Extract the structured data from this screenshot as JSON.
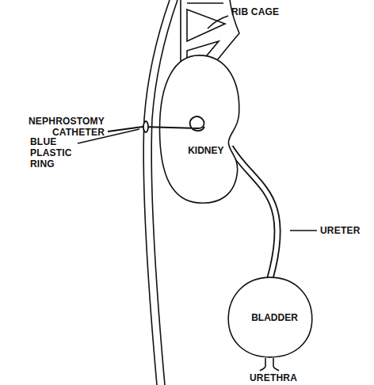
{
  "diagram": {
    "nodes": [
      {
        "text": [
          "KIDNEY"
        ]
      },
      {
        "text": [
          "BLADDER"
        ]
      }
    ],
    "edges": [
      {
        "from": 0,
        "to": 1,
        "arrow": "none"
      }
    ],
    "labels": [
      "RIB CAGE",
      "NEPHROSTOMY CATHETER",
      "BLUE PLASTIC RING",
      "URETER",
      "URETHRA"
    ]
  }
}
